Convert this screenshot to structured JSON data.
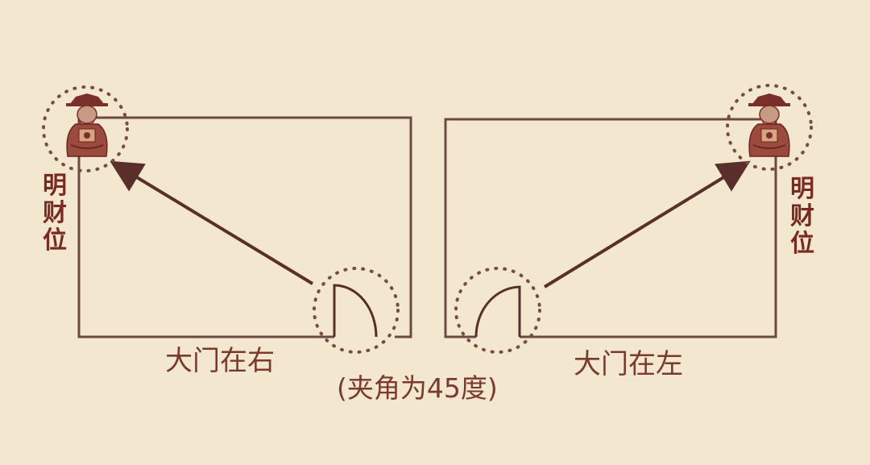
{
  "colors": {
    "background": "#f3e7d0",
    "line": "#6b4a45",
    "arrow": "#5a2e2a",
    "dots": "#7a4a44",
    "label": "#7a2a22"
  },
  "panels": {
    "left": {
      "caption": "大门在右",
      "wealth_label": [
        "明",
        "财",
        "位"
      ],
      "door_side": "right",
      "icon": "god-of-wealth-icon"
    },
    "right": {
      "caption": "大门在左",
      "wealth_label": [
        "明",
        "财",
        "位"
      ],
      "door_side": "left",
      "icon": "god-of-wealth-icon"
    }
  },
  "angle_note": "(夹角为45度)"
}
